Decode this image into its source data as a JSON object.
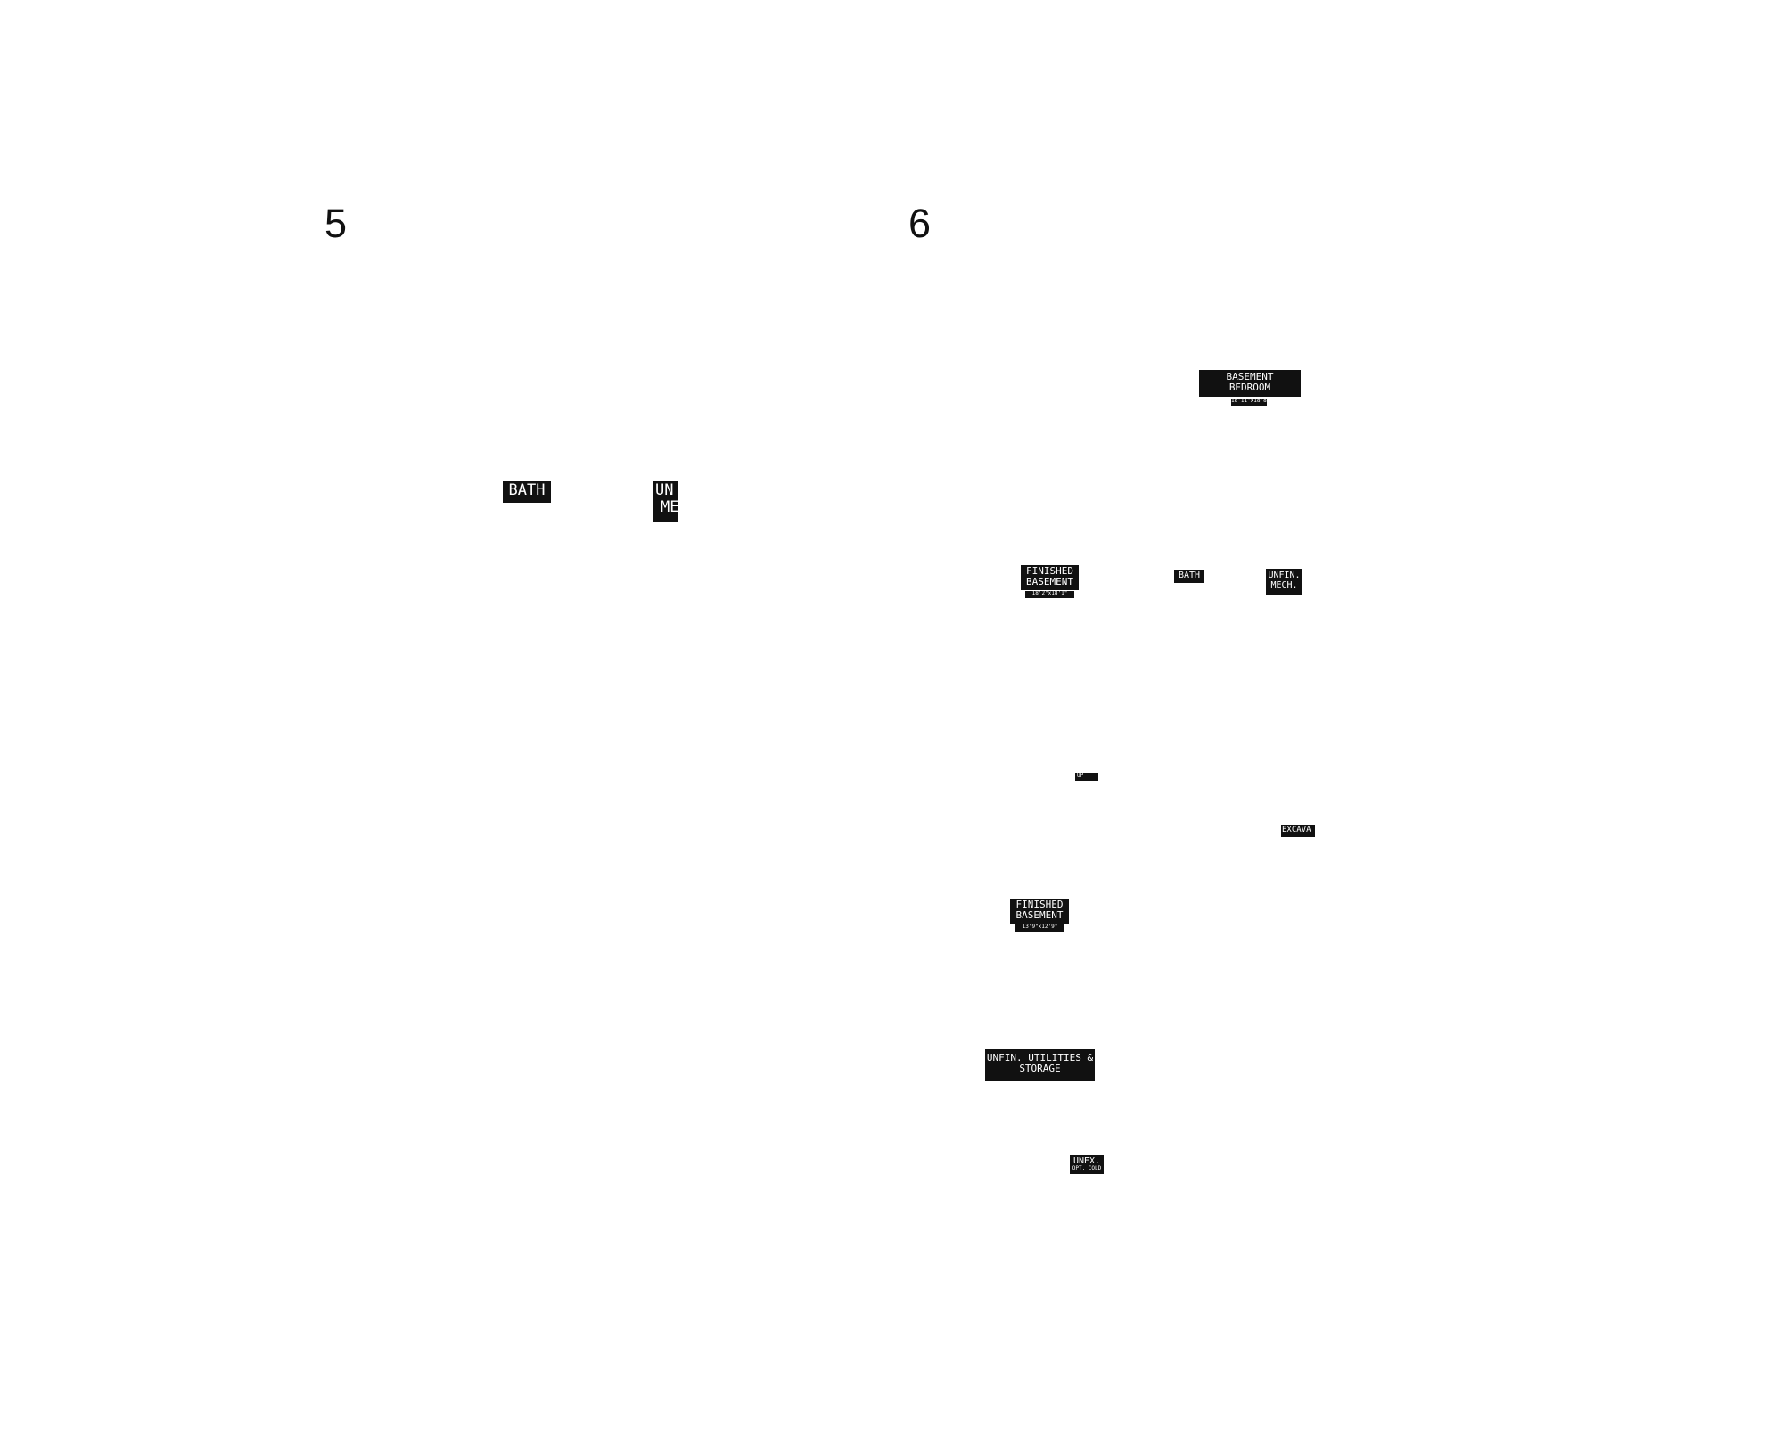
{
  "panel_5": {
    "number": "5",
    "labels": {
      "bath": "BATH",
      "unfin_mech_line1": "UN",
      "unfin_mech_line2": "ME"
    }
  },
  "panel_6": {
    "number": "6",
    "labels": {
      "basement_bedroom_line1": "BASEMENT",
      "basement_bedroom_line2": "BEDROOM",
      "basement_bedroom_dim": "18'11\"x18'8\"",
      "finished_basement_1_line1": "FINISHED",
      "finished_basement_1_line2": "BASEMENT",
      "finished_basement_1_dim": "18'2\"x18'1\"",
      "bath": "BATH",
      "unfin_mech_line1": "UNFIN.",
      "unfin_mech_line2": "MECH.",
      "up": "UP",
      "excava": "EXCAVA",
      "finished_basement_2_line1": "FINISHED",
      "finished_basement_2_line2": "BASEMENT",
      "finished_basement_2_dim": "13'9\"x12'9\"",
      "unfin_utilities_line1": "UNFIN. UTILITIES &",
      "unfin_utilities_line2": "STORAGE",
      "unex_line1": "UNEX.",
      "unex_line2": "OPT. COLD"
    }
  }
}
